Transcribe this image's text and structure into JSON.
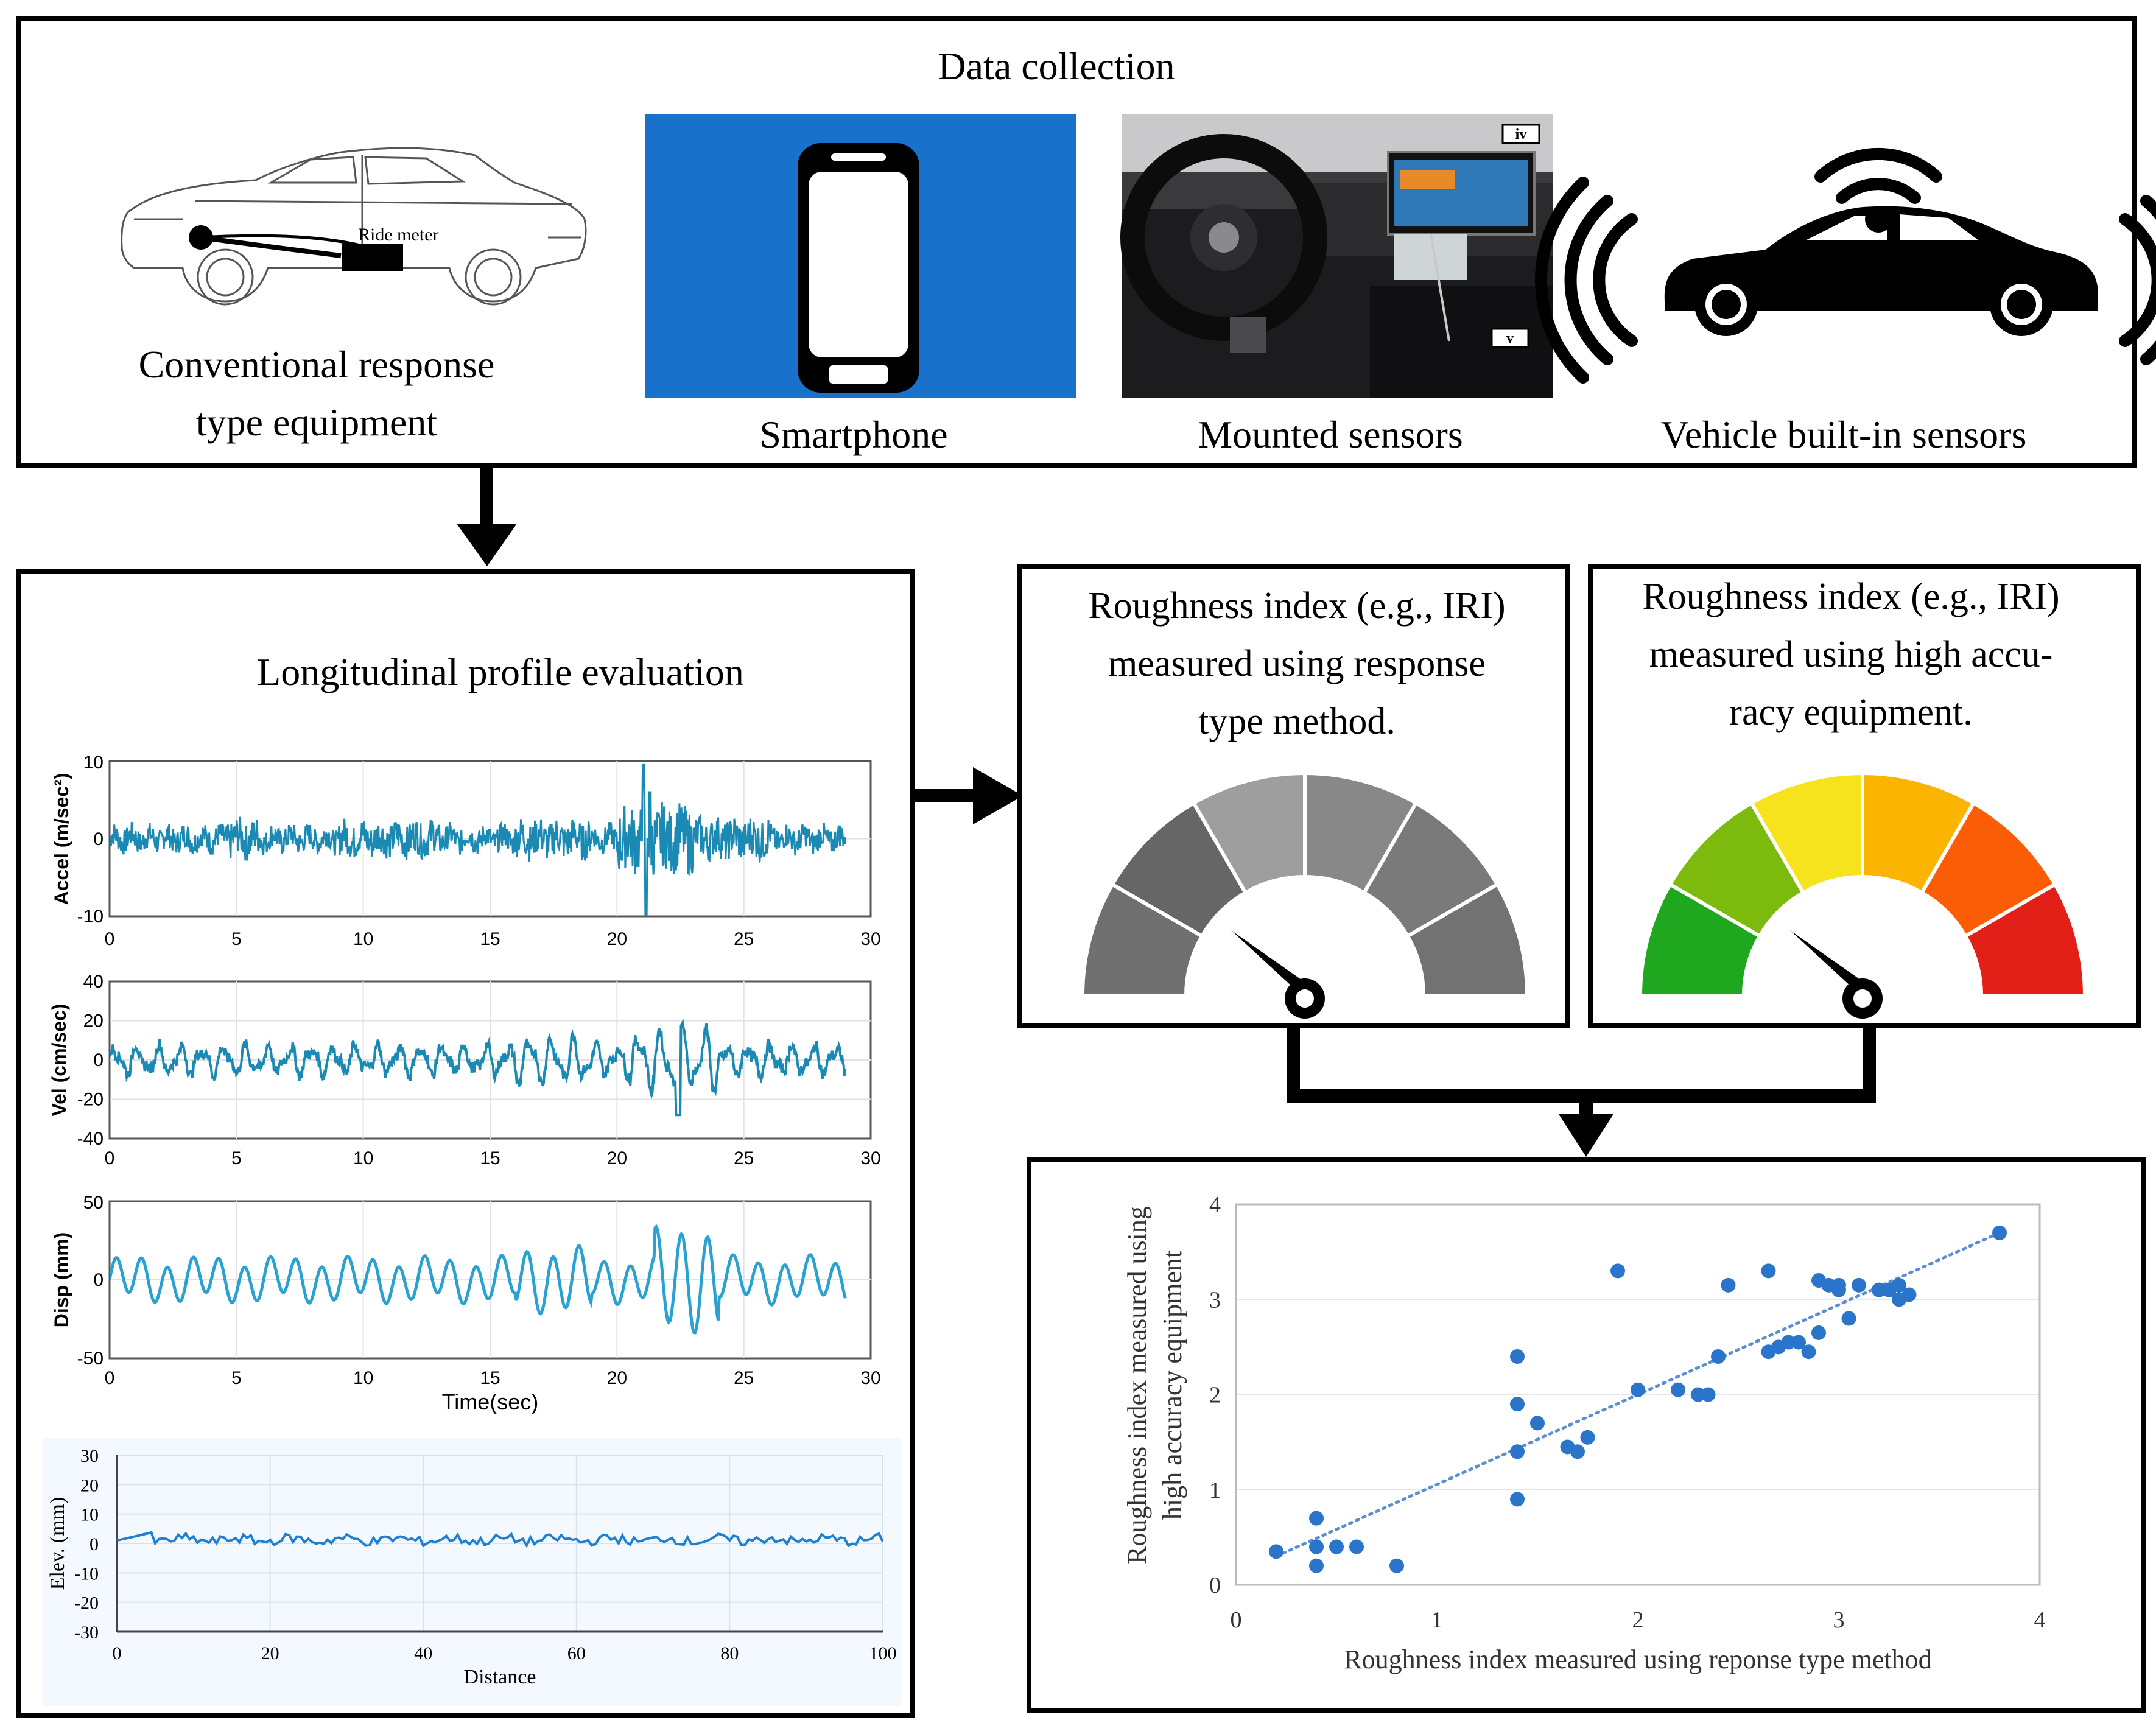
{
  "top": {
    "title": "Data collection",
    "conventional": {
      "label_line1": "Conventional response",
      "label_line2": "type equipment",
      "ride_meter": "Ride meter"
    },
    "smartphone": {
      "label": "Smartphone"
    },
    "mounted": {
      "label": "Mounted sensors",
      "tag_iv": "iv",
      "tag_v": "v"
    },
    "builtin": {
      "label": "Vehicle built-in sensors"
    }
  },
  "profile": {
    "title": "Longitudinal profile evaluation",
    "time_xlabel": "Time(sec)",
    "time_ticks": [
      "0",
      "5",
      "10",
      "15",
      "20",
      "25",
      "30"
    ],
    "accel": {
      "ylabel": "Accel (m/sec²)",
      "yticks": [
        "10",
        "0",
        "-10"
      ],
      "ylim": [
        -10,
        10
      ]
    },
    "vel": {
      "ylabel": "Vel (cm/sec)",
      "yticks": [
        "40",
        "20",
        "0",
        "-20",
        "-40"
      ],
      "ylim": [
        -40,
        40
      ]
    },
    "disp": {
      "ylabel": "Disp (mm)",
      "yticks": [
        "50",
        "0",
        "-50"
      ],
      "ylim": [
        -50,
        50
      ]
    },
    "elev": {
      "ylabel": "Elev. (mm)",
      "xlabel": "Distance",
      "yticks": [
        "30",
        "20",
        "10",
        "0",
        "-10",
        "-20",
        "-30"
      ],
      "xticks": [
        "0",
        "20",
        "40",
        "60",
        "80",
        "100"
      ],
      "ylim": [
        -30,
        30
      ]
    }
  },
  "gauge_left": {
    "line1": "Roughness index (e.g., IRI)",
    "line2": "measured using response",
    "line3": "type method.",
    "colors": [
      "#707070",
      "#666666",
      "#9e9e9e",
      "#888888",
      "#7a7a7a",
      "#727272"
    ]
  },
  "gauge_right": {
    "line1": "Roughness index (e.g., IRI)",
    "line2": "measured using high accu-",
    "line3": "racy equipment.",
    "colors": [
      "#1fa71f",
      "#7dba0e",
      "#f6e21d",
      "#fbb400",
      "#fb5d07",
      "#e22018"
    ]
  },
  "chart_data": {
    "type": "scatter",
    "xlabel": "Roughness index measured using reponse type method",
    "ylabel_line1": "Roughness index measured using",
    "ylabel_line2": "high accuracy equipment",
    "xlim": [
      0,
      4
    ],
    "ylim": [
      0,
      4
    ],
    "xticks": [
      "0",
      "1",
      "2",
      "3",
      "4"
    ],
    "yticks": [
      "0",
      "1",
      "2",
      "3",
      "4"
    ],
    "trendline": {
      "style": "dotted",
      "from": [
        0.2,
        0.3
      ],
      "to": [
        3.8,
        3.7
      ]
    },
    "points": [
      [
        0.2,
        0.35
      ],
      [
        0.4,
        0.7
      ],
      [
        0.4,
        0.4
      ],
      [
        0.4,
        0.2
      ],
      [
        0.5,
        0.4
      ],
      [
        0.6,
        0.4
      ],
      [
        0.8,
        0.2
      ],
      [
        1.4,
        2.4
      ],
      [
        1.4,
        1.9
      ],
      [
        1.4,
        1.4
      ],
      [
        1.4,
        0.9
      ],
      [
        1.5,
        1.7
      ],
      [
        1.65,
        1.45
      ],
      [
        1.7,
        1.4
      ],
      [
        1.75,
        1.55
      ],
      [
        1.9,
        3.3
      ],
      [
        2.0,
        2.05
      ],
      [
        2.2,
        2.05
      ],
      [
        2.3,
        2.0
      ],
      [
        2.35,
        2.0
      ],
      [
        2.4,
        2.4
      ],
      [
        2.45,
        3.15
      ],
      [
        2.65,
        3.3
      ],
      [
        2.65,
        2.45
      ],
      [
        2.7,
        2.5
      ],
      [
        2.75,
        2.55
      ],
      [
        2.8,
        2.55
      ],
      [
        2.85,
        2.45
      ],
      [
        2.9,
        2.65
      ],
      [
        2.9,
        3.2
      ],
      [
        2.95,
        3.15
      ],
      [
        3.0,
        3.1
      ],
      [
        3.0,
        3.15
      ],
      [
        3.05,
        2.8
      ],
      [
        3.1,
        3.15
      ],
      [
        3.2,
        3.1
      ],
      [
        3.25,
        3.1
      ],
      [
        3.3,
        3.0
      ],
      [
        3.3,
        3.15
      ],
      [
        3.35,
        3.05
      ],
      [
        3.8,
        3.7
      ]
    ]
  }
}
